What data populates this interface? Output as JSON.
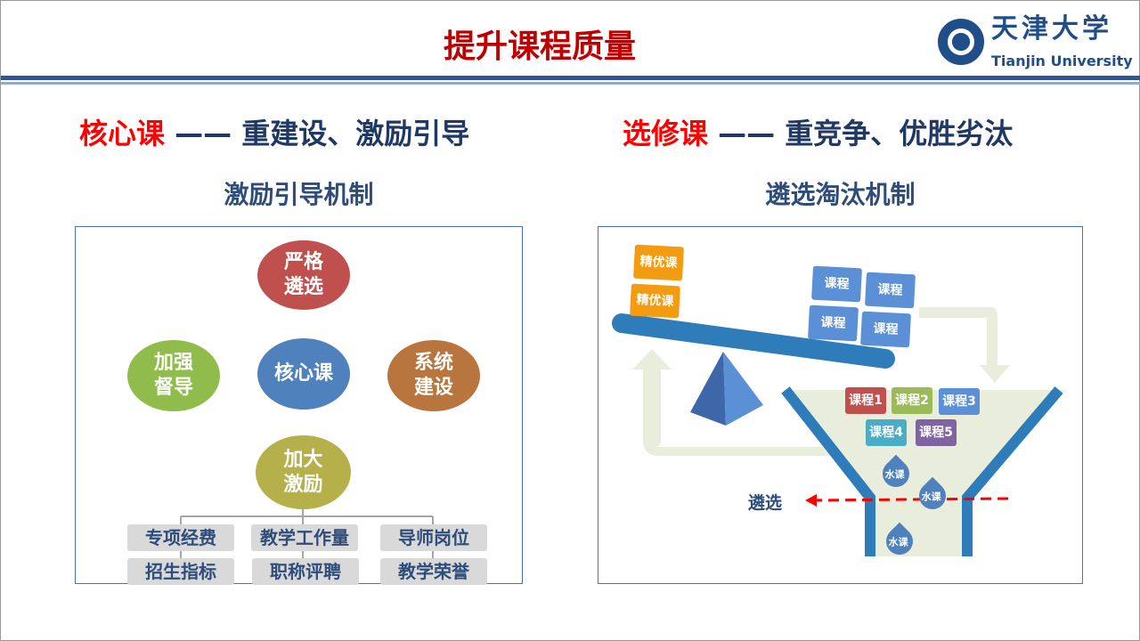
{
  "title": "提升课程质量",
  "logo": {
    "cn": "天津大学",
    "en": "Tianjin University"
  },
  "left": {
    "heading_red": "核心课",
    "heading_rest": " —— 重建设、激励引导",
    "subtitle": "激励引导机制",
    "nodes": {
      "top": "严格\n遴选",
      "left": "加强\n督导",
      "center": "核心课",
      "right": "系统\n建设",
      "bottom": "加大\n激励"
    },
    "boxes": [
      "专项经费",
      "教学工作量",
      "导师岗位",
      "招生指标",
      "职称评聘",
      "教学荣誉"
    ]
  },
  "right": {
    "heading_red": "选修课",
    "heading_rest": " —— 重竞争、优胜劣汰",
    "subtitle": "遴选淘汰机制",
    "premium": [
      "精优课",
      "精优课"
    ],
    "courses": [
      "课程",
      "课程",
      "课程",
      "课程"
    ],
    "funnel": [
      "课程1",
      "课程2",
      "课程3",
      "课程4",
      "课程5"
    ],
    "drops": [
      "水课",
      "水课",
      "水课"
    ],
    "filter_label": "遴选"
  },
  "colors": {
    "title": "#c00000",
    "red1": "#c0504d",
    "green": "#9bbb59",
    "blue": "#4f81bd",
    "teal": "#4bacc6",
    "purple": "#8064a2",
    "orange": "#f39c12"
  }
}
